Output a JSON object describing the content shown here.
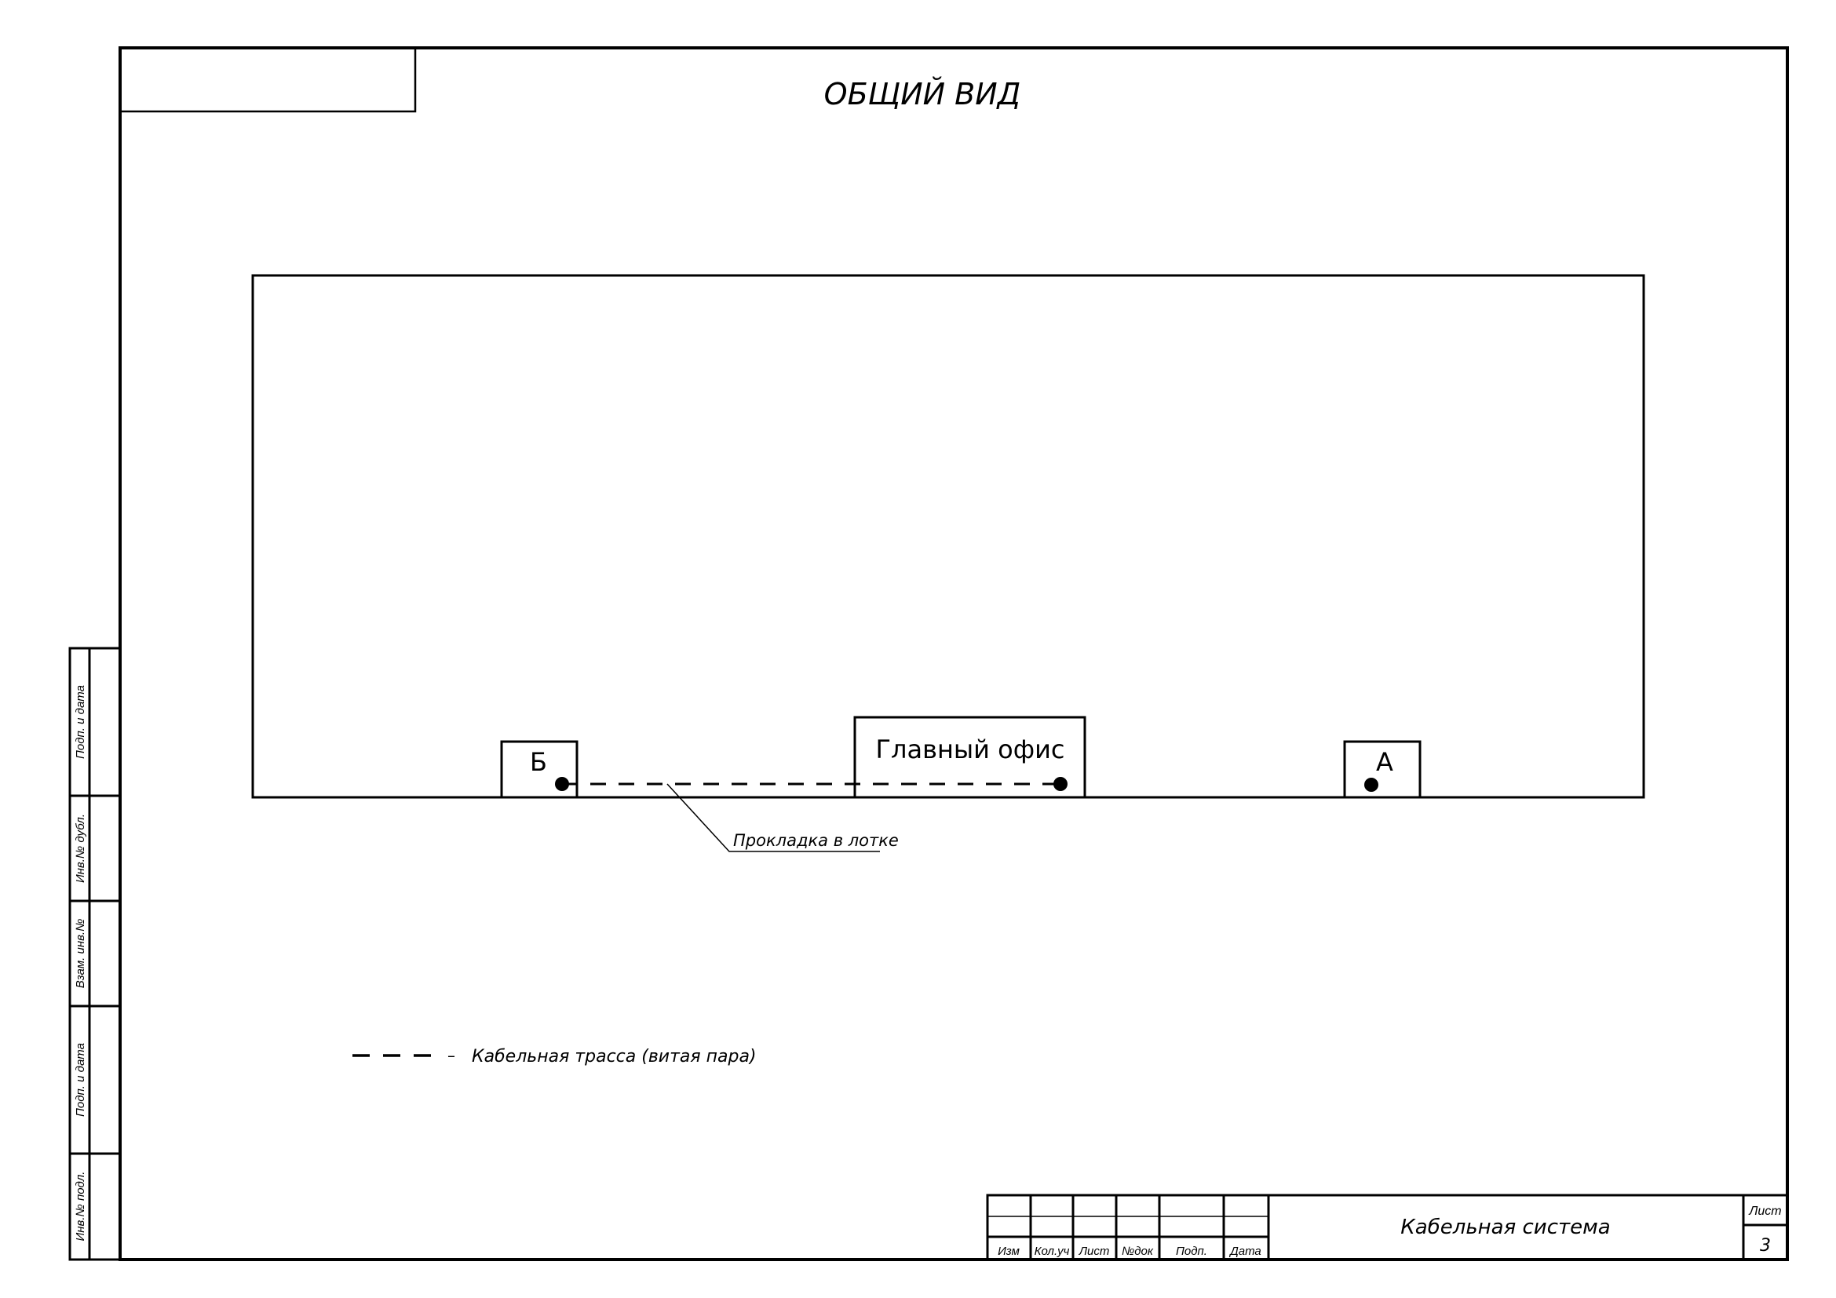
{
  "drawing": {
    "title": "ОБЩИЙ ВИД",
    "rooms": {
      "left_label": "Б",
      "center_label": "Главный офис",
      "right_label": "А"
    },
    "callout": "Прокладка в лотке",
    "legend": {
      "symbol_dash": "–",
      "text": "Кабельная трасса (витая пара)"
    }
  },
  "side_stamp": {
    "cells": [
      "Подп. и дата",
      "Инв.№ дубл.",
      "Взам. инв.№",
      "Подп. и дата",
      "Инв.№ подл."
    ]
  },
  "title_block": {
    "headers": [
      "Изм",
      "Кол.уч",
      "Лист",
      "№док",
      "Подп.",
      "Дата"
    ],
    "document_name": "Кабельная система",
    "sheet_label": "Лист",
    "sheet_number": "3"
  }
}
